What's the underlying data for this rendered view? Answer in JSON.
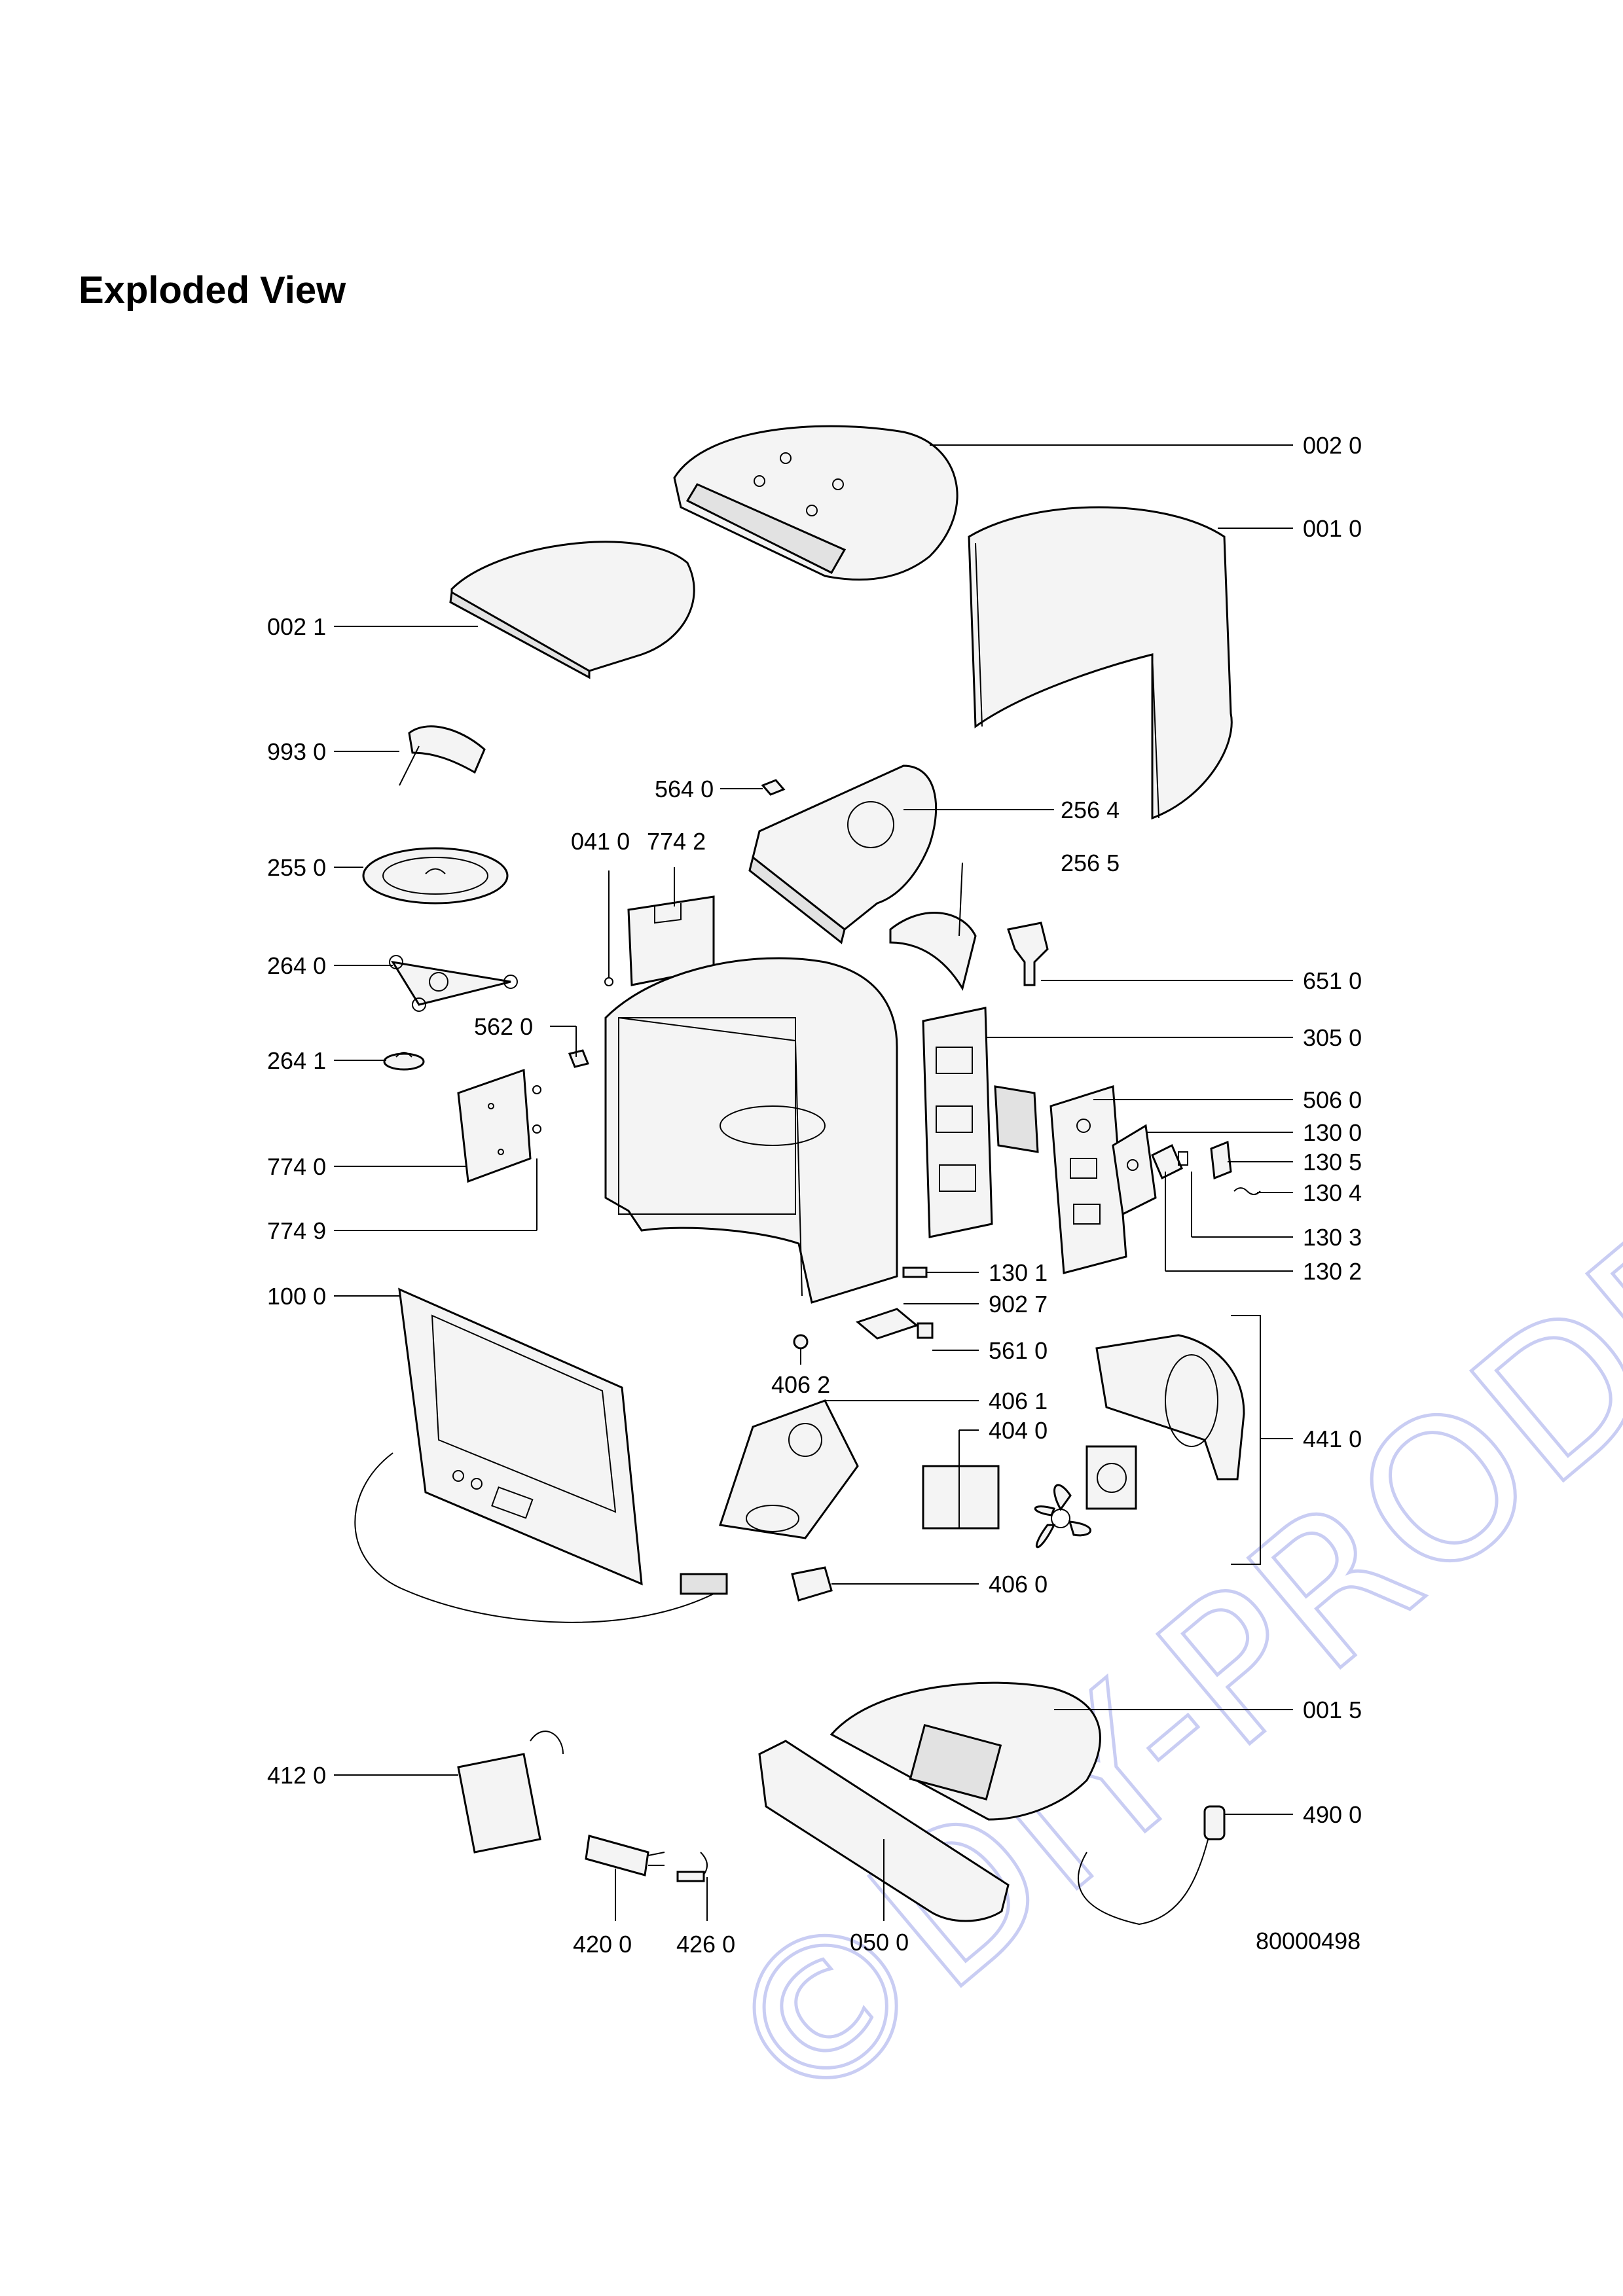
{
  "title": "Exploded View",
  "watermark": "©DIY-PRODEJ.cz",
  "diagram_number": "80000498",
  "colors": {
    "line": "#000000",
    "watermark": "#c9cdf3",
    "part_fill": "#f4f4f4"
  },
  "labels": {
    "p0020": "002 0",
    "p0010": "001 0",
    "p0021": "002 1",
    "p9930": "993 0",
    "p5640": "564 0",
    "p2564": "256 4",
    "p0410": "041 0",
    "p7742": "774 2",
    "p2550": "255 0",
    "p2565": "256 5",
    "p2640": "264 0",
    "p6510": "651 0",
    "p5620": "562 0",
    "p3050": "305 0",
    "p2641": "264 1",
    "p5060": "506 0",
    "p1300": "130 0",
    "p1305": "130 5",
    "p7740": "774 0",
    "p1304": "130 4",
    "p7749": "774 9",
    "p1303": "130 3",
    "p1302": "130 2",
    "p1301": "130 1",
    "p1000": "100 0",
    "p9027": "902 7",
    "p5610": "561 0",
    "p4062": "406 2",
    "p4061": "406 1",
    "p4040": "404 0",
    "p4410": "441 0",
    "p4060": "406 0",
    "p0015": "001 5",
    "p4120": "412 0",
    "p4900": "490 0",
    "p4200": "420 0",
    "p4260": "426 0",
    "p0500": "050 0"
  }
}
